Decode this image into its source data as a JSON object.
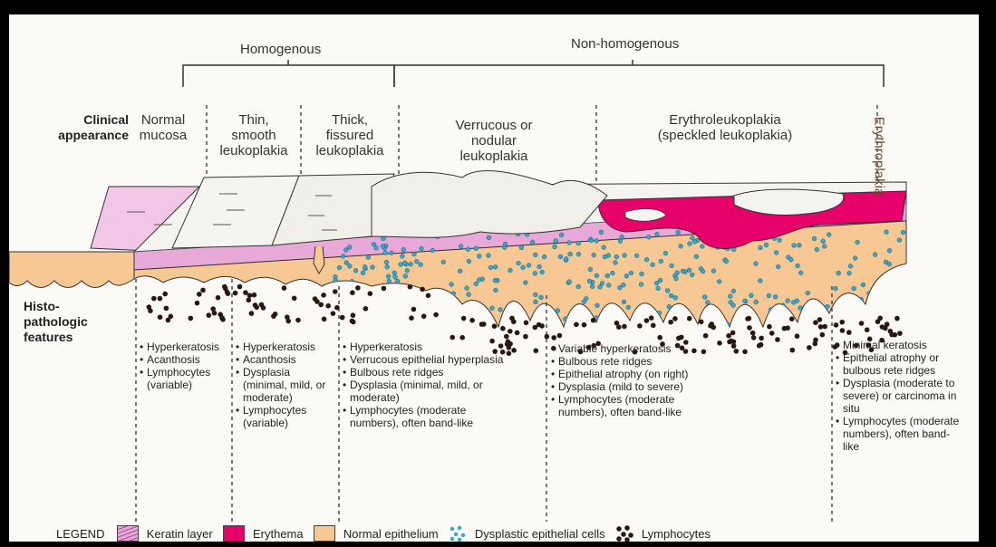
{
  "groups": {
    "homogenous": "Homogenous",
    "non_homogenous": "Non-homogenous"
  },
  "row_labels": {
    "clinical": [
      "Clinical",
      "appearance"
    ],
    "histo": [
      "Histo-",
      "pathologic",
      "features"
    ]
  },
  "columns": [
    {
      "title": [
        "Normal",
        "mucosa"
      ],
      "features": [
        "Hyperkeratosis",
        "Acanthosis",
        "Lymphocytes (variable)"
      ]
    },
    {
      "title": [
        "Thin,",
        "smooth",
        "leukoplakia"
      ],
      "features": [
        "Hyperkeratosis",
        "Acanthosis",
        "Dysplasia (minimal, mild, or moderate)",
        "Lymphocytes (variable)"
      ]
    },
    {
      "title": [
        "Thick,",
        "fissured",
        "leukoplakia"
      ],
      "features": [
        "Hyperkeratosis",
        "Verrucous epithelial hyperplasia",
        "Bulbous rete ridges",
        "Dysplasia (minimal, mild, or moderate)",
        "Lymphocytes (moderate numbers), often band-like"
      ]
    },
    {
      "title": [
        "Verrucous or",
        "nodular",
        "leukoplakia"
      ],
      "features": [
        "Variable hyperkeratosis",
        "Bulbous rete ridges",
        "Epithelial atrophy (on right)",
        "Dysplasia (mild to severe)",
        "Lymphocytes (moderate numbers), often band-like"
      ]
    },
    {
      "title": [
        "Erythroleukoplakia",
        "(speckled leukoplakia)"
      ],
      "features": [
        "Minimal keratosis",
        "Epithelial atrophy or bulbous rete ridges",
        "Dysplasia (moderate to severe) or carcinoma in situ",
        "Lymphocytes (moderate numbers), often band-like"
      ]
    },
    {
      "title": [
        "Erythroplakia"
      ],
      "features": []
    }
  ],
  "legend": {
    "title": "LEGEND",
    "items": [
      {
        "label": "Keratin layer",
        "color": "#e8a8d8"
      },
      {
        "label": "Erythema",
        "color": "#e8006a"
      },
      {
        "label": "Normal epithelium",
        "color": "#f8c894"
      },
      {
        "label": "Dysplastic epithelial cells",
        "color": "#3aa6c8"
      },
      {
        "label": "Lymphocytes",
        "color": "#2a1810"
      }
    ]
  },
  "colors": {
    "background": "#fbfaf7",
    "keratin": "#e8a8d8",
    "erythema": "#e8006a",
    "epithelium": "#f8c894",
    "dysplastic": "#3aa6c8",
    "lymphocyte": "#2a1810",
    "white_lesion": "#f4f4f0"
  }
}
